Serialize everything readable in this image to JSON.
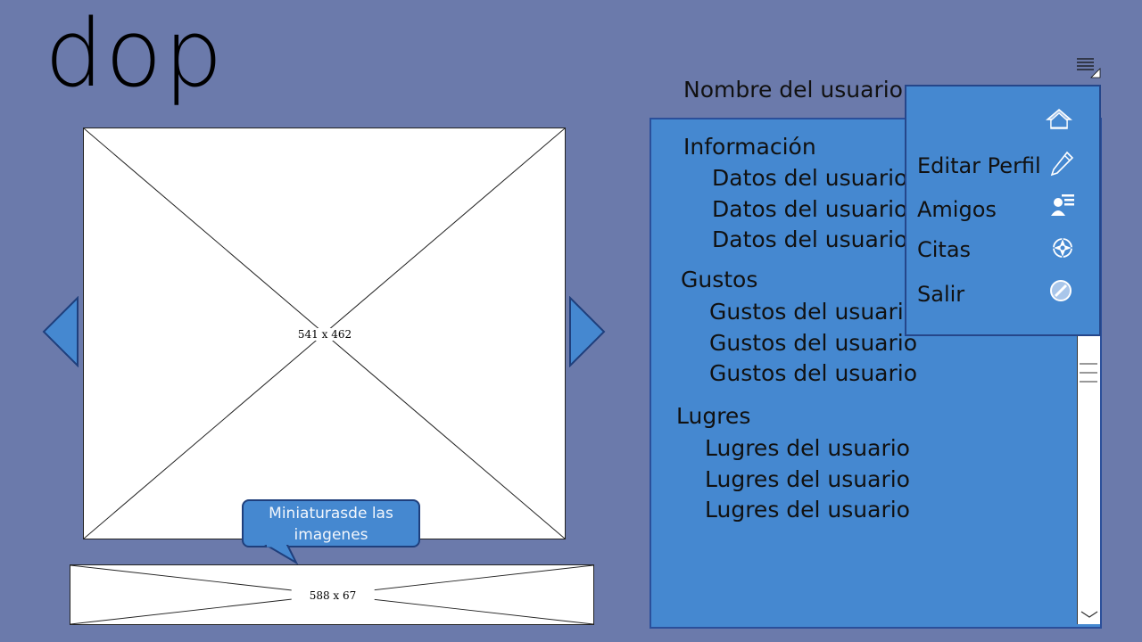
{
  "logo": {
    "text": "dop"
  },
  "main_image": {
    "placeholder_label": "541 x 462"
  },
  "thumbnails": {
    "placeholder_label": "588 x 67"
  },
  "callout": {
    "text": "Miniaturasde las imagenes"
  },
  "profile": {
    "username": "Nombre del usuario",
    "sections": [
      {
        "heading": "Información",
        "items": [
          "Datos del usuario",
          "Datos del usuario",
          "Datos del usuario"
        ]
      },
      {
        "heading": "Gustos",
        "items": [
          "Gustos del usuario",
          "Gustos del usuario",
          "Gustos del usuario"
        ]
      },
      {
        "heading": "Lugres",
        "items": [
          "Lugres del usuario",
          "Lugres del usuario",
          "Lugres del usuario"
        ]
      }
    ]
  },
  "menu": {
    "items": [
      {
        "label": "",
        "icon": "home-icon"
      },
      {
        "label": "Editar Perfil",
        "icon": "pencil-icon"
      },
      {
        "label": "Amigos",
        "icon": "friends-icon"
      },
      {
        "label": "Citas",
        "icon": "compass-icon"
      },
      {
        "label": "Salir",
        "icon": "block-icon"
      }
    ]
  },
  "colors": {
    "background": "#6b7aab",
    "panel": "#4588d0",
    "panel_border": "#2b4f9a"
  }
}
